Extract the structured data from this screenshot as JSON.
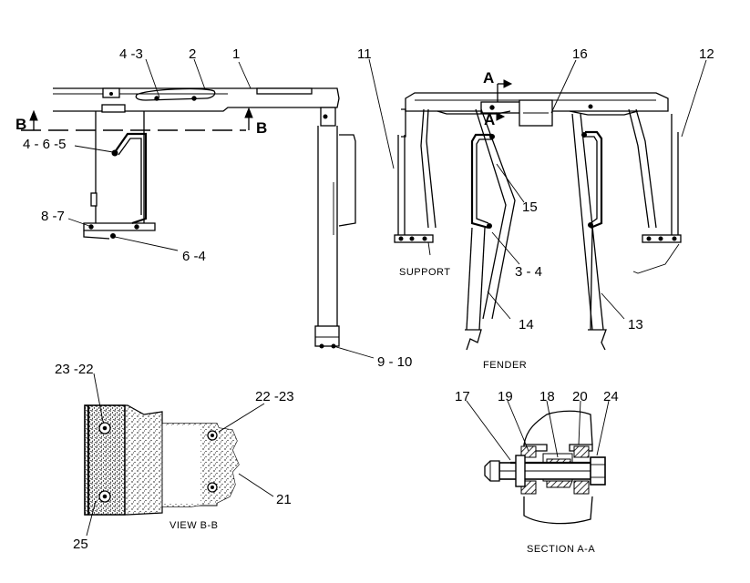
{
  "labels": {
    "l1": "1",
    "l2": "2",
    "l4_3": "4 -3",
    "l4_6_5": "4 - 6 -5",
    "l8_7": "8 -7",
    "l6_4": "6 -4",
    "l9_10": "9 - 10",
    "l11": "11",
    "l12": "12",
    "l16": "16",
    "l15": "15",
    "l3_4": "3 - 4",
    "l14": "14",
    "l13": "13",
    "l23_22": "23 -22",
    "l22_23": "22 -23",
    "l21": "21",
    "l25": "25",
    "l17": "17",
    "l19": "19",
    "l18": "18",
    "l20": "20",
    "l24": "24"
  },
  "section_markers": {
    "b_left": "B",
    "b_right": "B",
    "a_top": "A",
    "a_bottom": "A"
  },
  "captions": {
    "support": "SUPPORT",
    "fender": "FENDER",
    "view_bb": "VIEW B-B",
    "section_aa": "SECTION A-A"
  }
}
